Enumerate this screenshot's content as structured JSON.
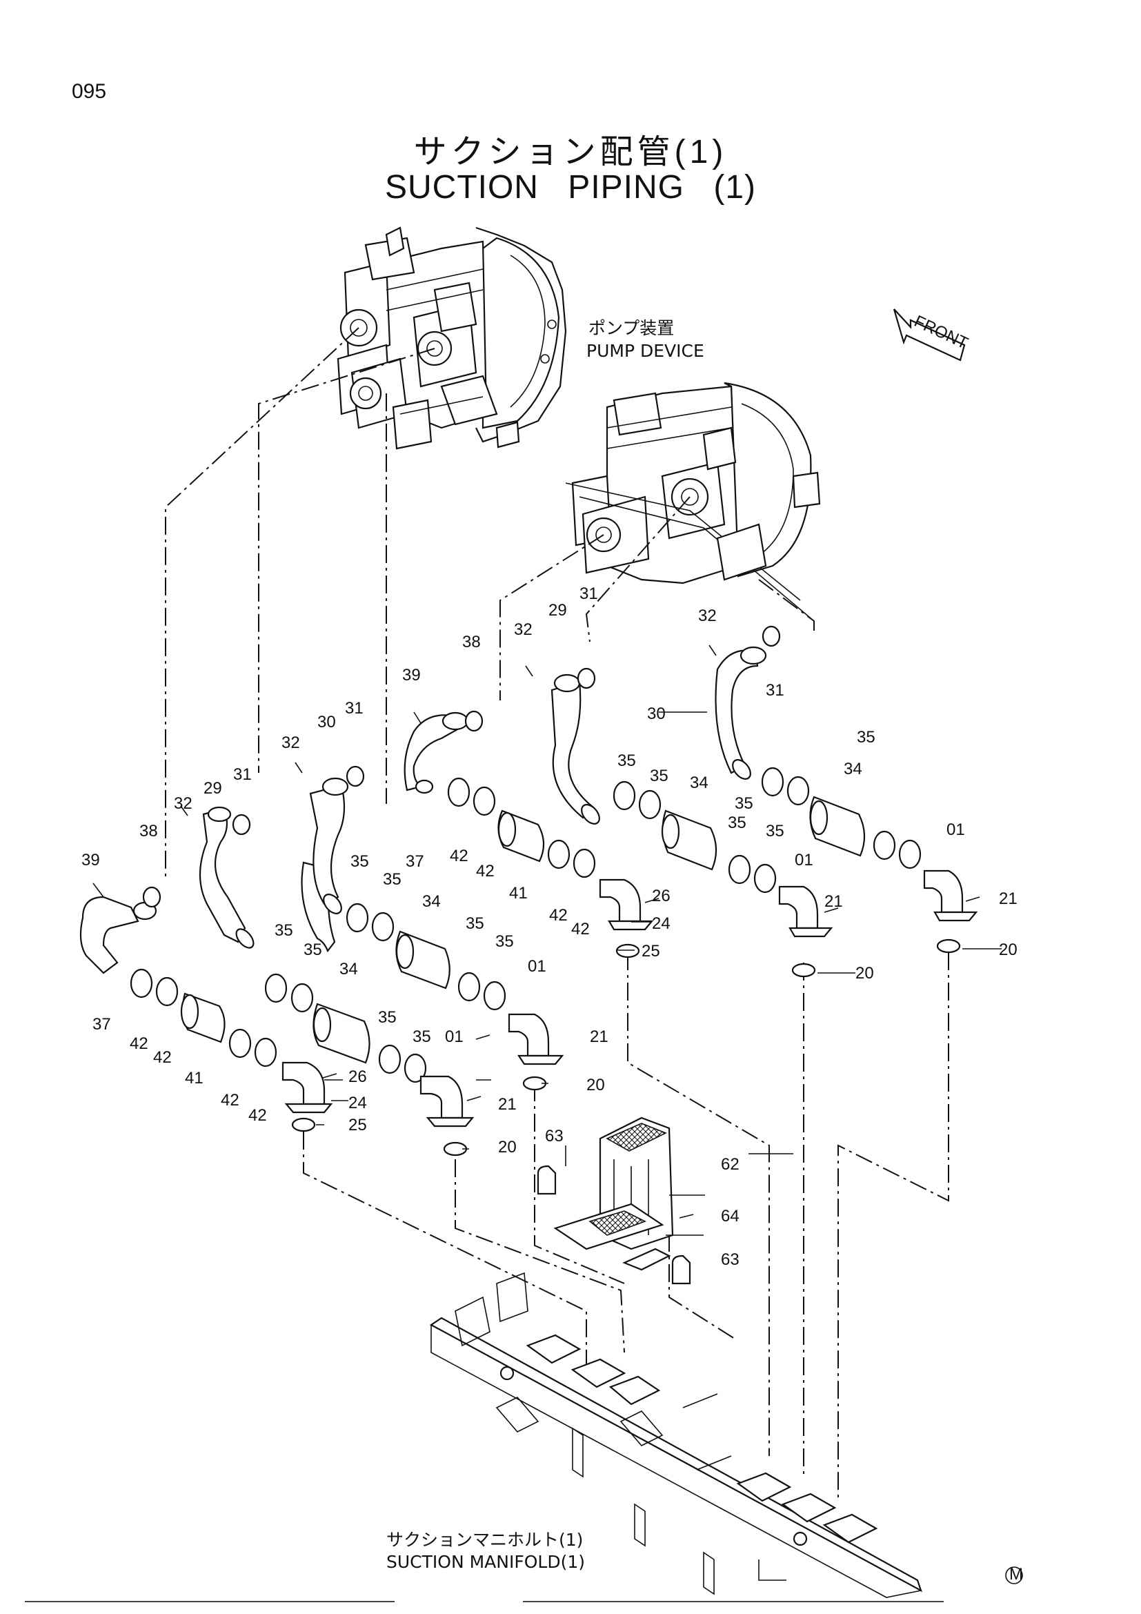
{
  "page_number": "095",
  "title_jp": "サクション配管(1)",
  "title_en": "SUCTION PIPING (1)",
  "captions": {
    "pump_device_jp": "ポンプ装置",
    "pump_device_en": "PUMP DEVICE",
    "manifold_jp": "サクションマニホルト(1)",
    "manifold_en": "SUCTION MANIFOLD(1)",
    "front": "FRONT",
    "mark": "M"
  },
  "part_labels": [
    "31",
    "32",
    "29",
    "38",
    "31",
    "32",
    "30",
    "31",
    "39",
    "38",
    "32",
    "30",
    "29",
    "31",
    "31",
    "38",
    "31",
    "32",
    "29",
    "39",
    "35",
    "35",
    "34",
    "35",
    "35",
    "01",
    "21",
    "20",
    "37",
    "42",
    "42",
    "41",
    "42",
    "42",
    "41",
    "35",
    "35",
    "34",
    "35",
    "35",
    "01",
    "21",
    "20",
    "42",
    "42",
    "26",
    "24",
    "25",
    "35",
    "35",
    "34",
    "35",
    "35",
    "01",
    "21",
    "20",
    "37",
    "42",
    "42",
    "41",
    "42",
    "42",
    "26",
    "24",
    "25",
    "35",
    "35",
    "34",
    "01",
    "21",
    "20",
    "63",
    "62",
    "64",
    "63"
  ]
}
